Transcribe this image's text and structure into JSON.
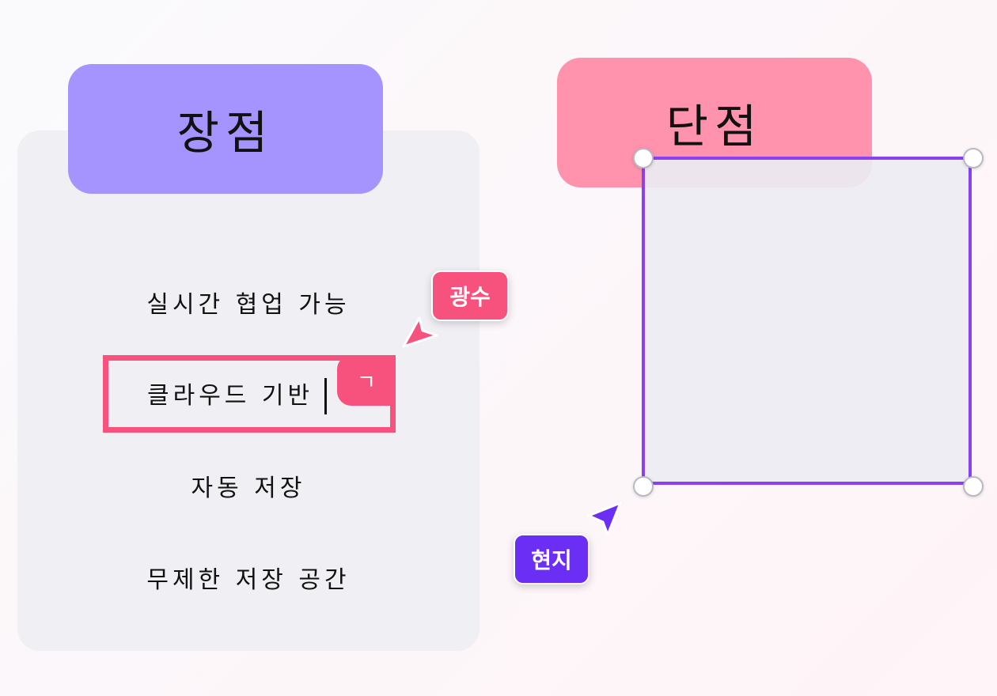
{
  "pros": {
    "title": "장점",
    "items": [
      {
        "label": "실시간 협업 가능"
      },
      {
        "label": "클라우드 기반"
      },
      {
        "label": "자동 저장"
      },
      {
        "label": "무제한 저장 공간"
      }
    ],
    "composing_char": "ㄱ"
  },
  "cons": {
    "title": "단점"
  },
  "collaborators": [
    {
      "name": "광수",
      "color": "#f7517e",
      "icon": "pointer-cursor-icon"
    },
    {
      "name": "현지",
      "color": "#6a2ef5",
      "icon": "pointer-cursor-icon"
    }
  ],
  "colors": {
    "pros_header": "#a594fe",
    "cons_header": "#ff92ad",
    "selection_outline": "#8a41f0",
    "card_background": "#f0f0f4"
  }
}
